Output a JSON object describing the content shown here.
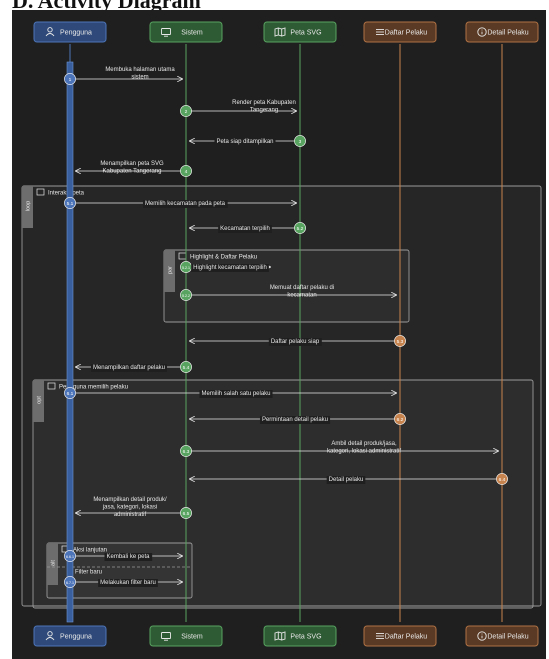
{
  "title": "D. Activity Diagram",
  "participants": [
    {
      "key": "user",
      "label": "Pengguna",
      "icon": "user-icon",
      "color": "#2f4a7a",
      "border": "#4c74b8"
    },
    {
      "key": "system",
      "label": "Sistem",
      "icon": "monitor-icon",
      "color": "#2f5b34",
      "border": "#57a35f"
    },
    {
      "key": "map",
      "label": "Peta SVG",
      "icon": "map-icon",
      "color": "#2f5b34",
      "border": "#57a35f"
    },
    {
      "key": "list",
      "label": "Daftar Pelaku",
      "icon": "list-icon",
      "color": "#5a3a24",
      "border": "#b07244"
    },
    {
      "key": "detail",
      "label": "Detail Pelaku",
      "icon": "info-icon",
      "color": "#5a3a24",
      "border": "#b07244"
    }
  ],
  "colors": {
    "user": "#4c74b8",
    "system": "#57a35f",
    "list": "#c7834d",
    "text": "#e8e8e8",
    "frame": "#9a9a9a"
  },
  "messages": [
    {
      "num": "1",
      "text": "Membuka halaman utama\nsistem"
    },
    {
      "num": "2",
      "text": "Render peta Kabupaten\nTangerang"
    },
    {
      "num": "3",
      "text": "Peta siap ditampilkan"
    },
    {
      "num": "4",
      "text": "Menampilkan peta SVG\nKabupaten Tangerang"
    },
    {
      "num": "5.1",
      "text": "Memilih kecamatan pada peta"
    },
    {
      "num": "5.2",
      "text": "Kecamatan terpilih"
    },
    {
      "num": "5.2.1",
      "text": "Highlight kecamatan terpilih"
    },
    {
      "num": "5.2.2",
      "text": "Memuat daftar pelaku di\nkecamatan"
    },
    {
      "num": "5.3",
      "text": "Daftar pelaku siap"
    },
    {
      "num": "5.4",
      "text": "Menampilkan daftar pelaku"
    },
    {
      "num": "6.1",
      "text": "Memilih salah satu pelaku"
    },
    {
      "num": "6.2",
      "text": "Permintaan detail pelaku"
    },
    {
      "num": "6.3",
      "text": "Ambil detail produk/jasa,\nkategori, lokasi administratif"
    },
    {
      "num": "6.4",
      "text": "Detail pelaku"
    },
    {
      "num": "6.5",
      "text": "Menampilkan detail produk/\njasa, kategori, lokasi\nadministratif"
    },
    {
      "num": "6.6.1",
      "text": "Kembali ke peta"
    },
    {
      "num": "6.7.1",
      "text": "Melakukan filter baru"
    }
  ],
  "frames": [
    {
      "kind": "loop",
      "label": "Interaksi peta"
    },
    {
      "kind": "par",
      "label": "Highlight & Daftar Pelaku"
    },
    {
      "kind": "opt",
      "label": "Pengguna memilih pelaku"
    },
    {
      "kind": "alt",
      "label": "Aksi lanjutan",
      "else_label": "Filter baru"
    }
  ]
}
